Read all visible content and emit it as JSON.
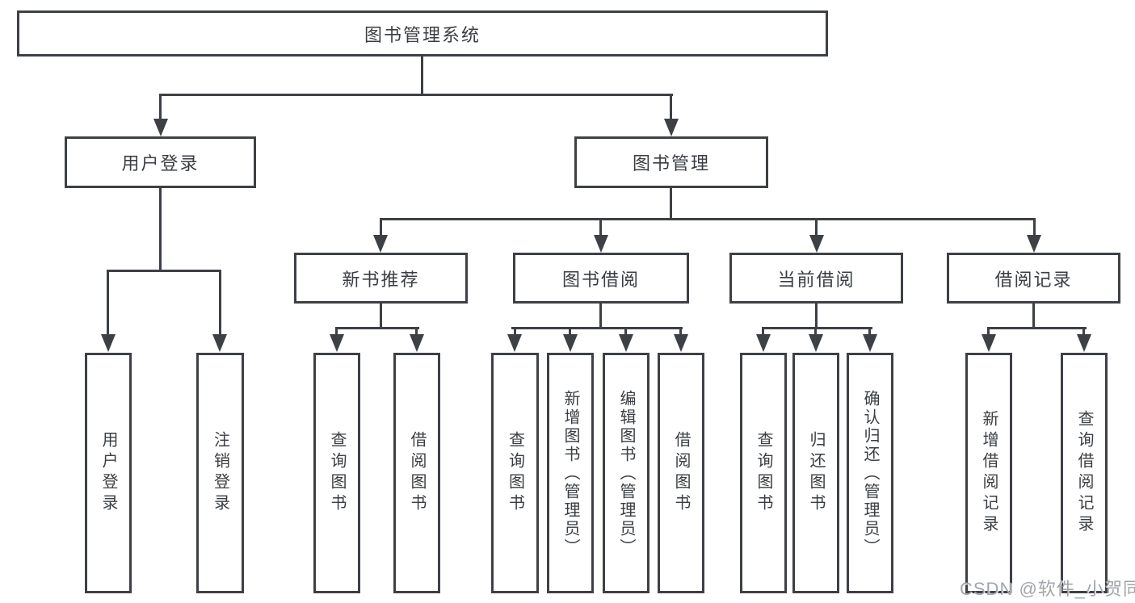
{
  "diagram_title": "图书管理系统",
  "nodes": {
    "root": "图书管理系统",
    "level2": {
      "user_login": "用户登录",
      "book_management": "图书管理"
    },
    "level3": {
      "new_book_recommend": "新书推荐",
      "book_borrow": "图书借阅",
      "current_borrow": "当前借阅",
      "borrow_records": "借阅记录"
    },
    "leaves": {
      "user_login": [
        "用户登录",
        "注销登录"
      ],
      "new_book_recommend": [
        "查询图书",
        "借阅图书"
      ],
      "book_borrow": [
        "查询图书",
        "新增图书（管理员）",
        "编辑图书（管理员）",
        "借阅图书"
      ],
      "current_borrow": [
        "查询图书",
        "归还图书",
        "确认归还（管理员）"
      ],
      "borrow_records": [
        "新增借阅记录",
        "查询借阅记录"
      ]
    }
  },
  "watermark": "CSDN @软件_小贺同学",
  "colors": {
    "line": "#3d4045",
    "text": "#3a3e42",
    "watermark": "#949aa0",
    "background": "#ffffff"
  }
}
